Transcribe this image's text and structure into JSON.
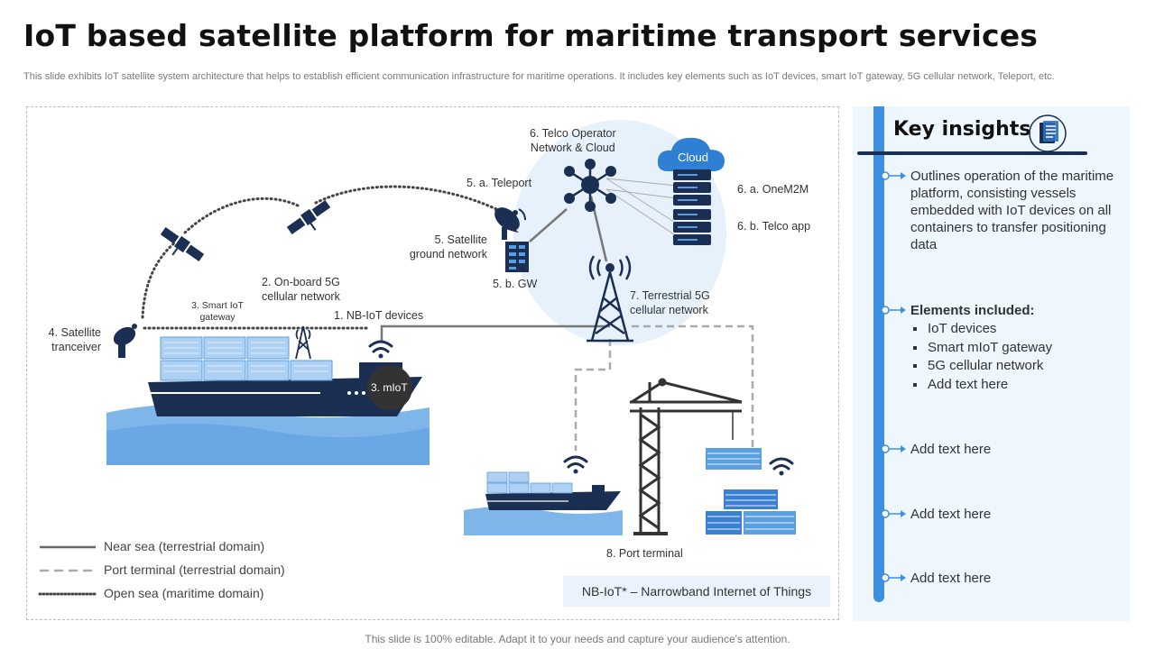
{
  "title": "IoT based satellite platform for maritime transport services",
  "subtitle": "This slide exhibits IoT satellite system architecture that helps to establish efficient communication infrastructure for maritime operations. It includes key elements such as IoT devices, smart IoT gateway, 5G cellular network, Teleport, etc.",
  "diagram": {
    "labels": {
      "telco": "6. Telco Operator\nNetwork & Cloud",
      "cloud": "Cloud",
      "onem2m": "6. a. OneM2M",
      "telco_app": "6. b. Telco app",
      "teleport": "5. a. Teleport",
      "sat_ground": "5. Satellite\nground network",
      "gw": "5. b. GW",
      "terrestrial": "7. Terrestrial 5G\ncellular network",
      "onboard": "2. On-board 5G\ncellular network",
      "smart_gateway": "3. Smart IoT\ngateway",
      "nbiot": "1. NB-IoT devices",
      "sat_tranceiver": "4. Satellite\ntranceiver",
      "miot": "3. mIoT",
      "port_terminal": "8. Port terminal"
    },
    "legend": [
      {
        "label": "Near sea (terrestrial domain)",
        "style": "solid"
      },
      {
        "label": "Port terminal (terrestrial domain)",
        "style": "dashed"
      },
      {
        "label": "Open sea (maritime domain)",
        "style": "dotted"
      }
    ],
    "note": "NB-IoT* – Narrowband Internet of Things"
  },
  "insights": {
    "title": "Key insights",
    "items": [
      {
        "text": "Outlines operation of the maritime platform, consisting vessels embedded with IoT devices on all containers to transfer positioning data"
      },
      {
        "heading": "Elements included:",
        "bullets": [
          "IoT devices",
          "Smart mIoT gateway",
          "5G cellular network",
          "Add text here"
        ]
      },
      {
        "text": "Add text here"
      },
      {
        "text": "Add text here"
      },
      {
        "text": "Add text here"
      }
    ]
  },
  "footer": "This slide is 100% editable. Adapt it to your needs and capture your audience's attention.",
  "colors": {
    "navy": "#1a2f52",
    "blue": "#2f6fbd",
    "light_blue": "#9cc8f0",
    "panel_bg": "#eef6fe",
    "rail": "#3d8fe0",
    "bubble": "#e6f1fc"
  }
}
